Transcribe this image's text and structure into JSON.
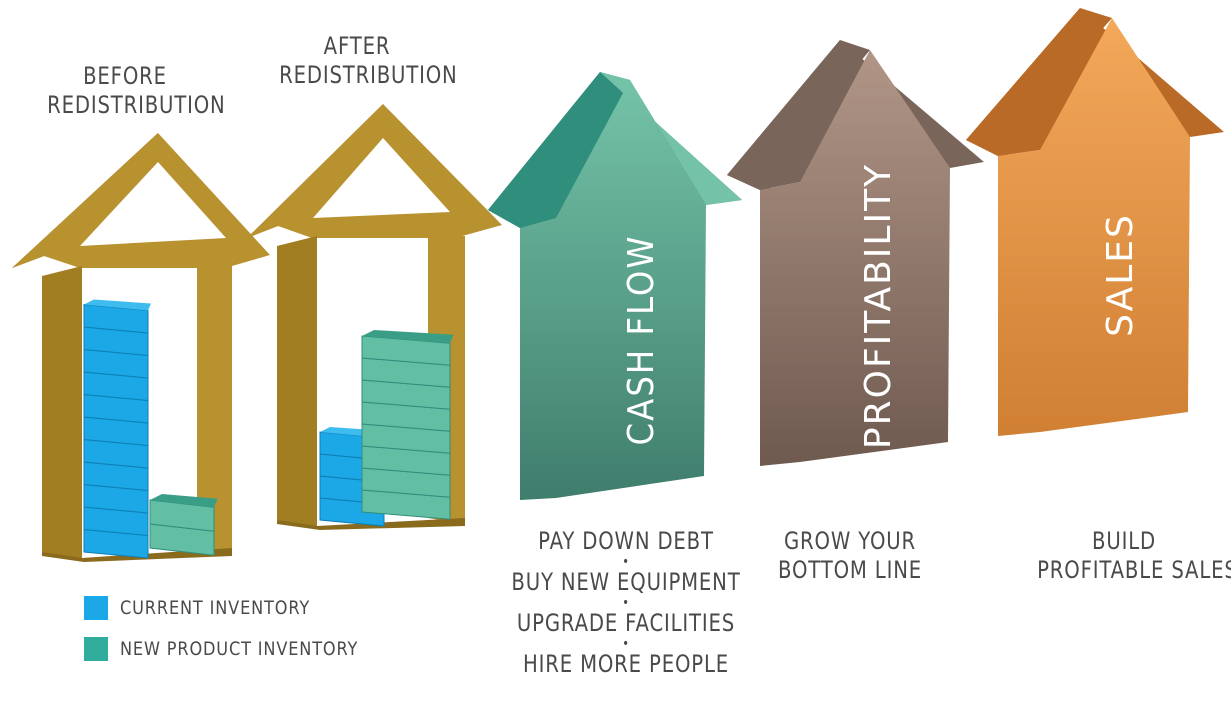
{
  "houses": [
    {
      "title": [
        "BEFORE",
        "REDISTRIBUTION"
      ],
      "current_stack": 11,
      "new_stack": 3
    },
    {
      "title": [
        "AFTER",
        "REDISTRIBUTION"
      ],
      "current_stack": 4,
      "new_stack": 8
    }
  ],
  "legend": [
    {
      "label": "CURRENT INVENTORY",
      "color": "#1ca8e6"
    },
    {
      "label": "NEW PRODUCT INVENTORY",
      "color": "#33ad9b"
    }
  ],
  "arrows": [
    {
      "label": "CASH FLOW",
      "color": "#5fb7a0",
      "outcomes": [
        "PAY DOWN DEBT",
        "BUY NEW EQUIPMENT",
        "UPGRADE FACILITIES",
        "HIRE MORE PEOPLE"
      ]
    },
    {
      "label": "PROFITABILITY",
      "color": "#9c857a",
      "outcomes": [
        "GROW YOUR",
        "BOTTOM LINE"
      ]
    },
    {
      "label": "SALES",
      "color": "#eb9a4c",
      "outcomes": [
        "BUILD",
        "PROFITABLE SALES"
      ]
    }
  ],
  "colors": {
    "gold": "#b8922f",
    "gold_dark": "#8a6b1e",
    "blue": "#1ca8e6",
    "teal": "#5fbfa5",
    "text": "#4a4a4a"
  }
}
